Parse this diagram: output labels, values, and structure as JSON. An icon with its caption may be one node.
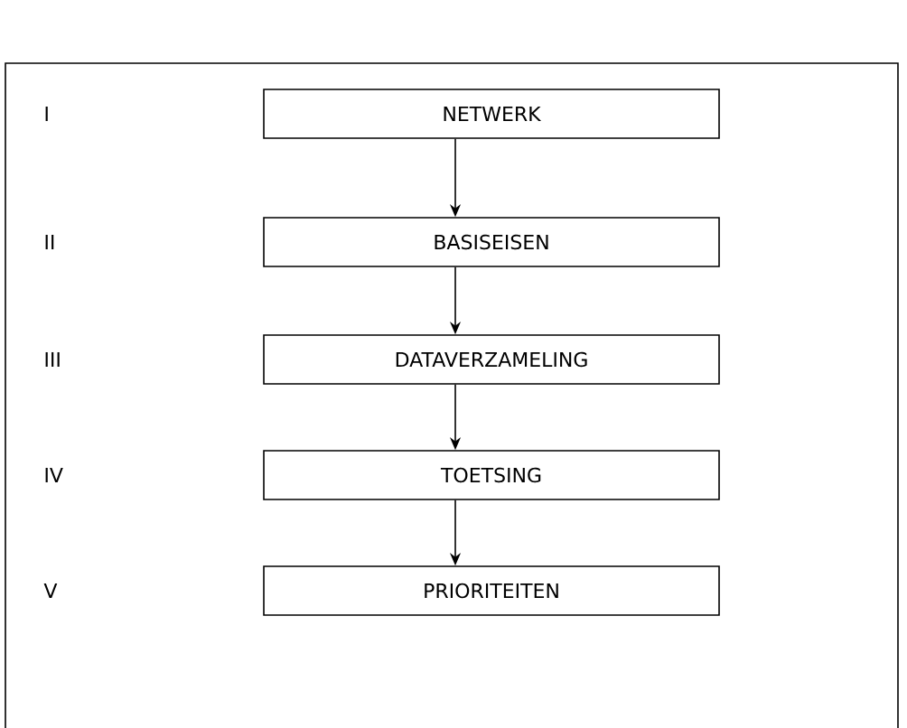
{
  "diagram": {
    "nodes": [
      {
        "text": [
          "NETWERK"
        ]
      },
      {
        "text": [
          "BASISEISEN"
        ]
      },
      {
        "text": [
          "DATAVERZAMELING"
        ]
      },
      {
        "text": [
          "TOETSING"
        ]
      },
      {
        "text": [
          "PRIORITEITEN"
        ]
      }
    ],
    "edges": [
      {
        "from": 0,
        "to": 1,
        "arrow": "to"
      },
      {
        "from": 1,
        "to": 2,
        "arrow": "to"
      },
      {
        "from": 2,
        "to": 3,
        "arrow": "to"
      },
      {
        "from": 3,
        "to": 4,
        "arrow": "to"
      }
    ],
    "labels": [
      "I",
      "II",
      "III",
      "IV",
      "V"
    ]
  }
}
